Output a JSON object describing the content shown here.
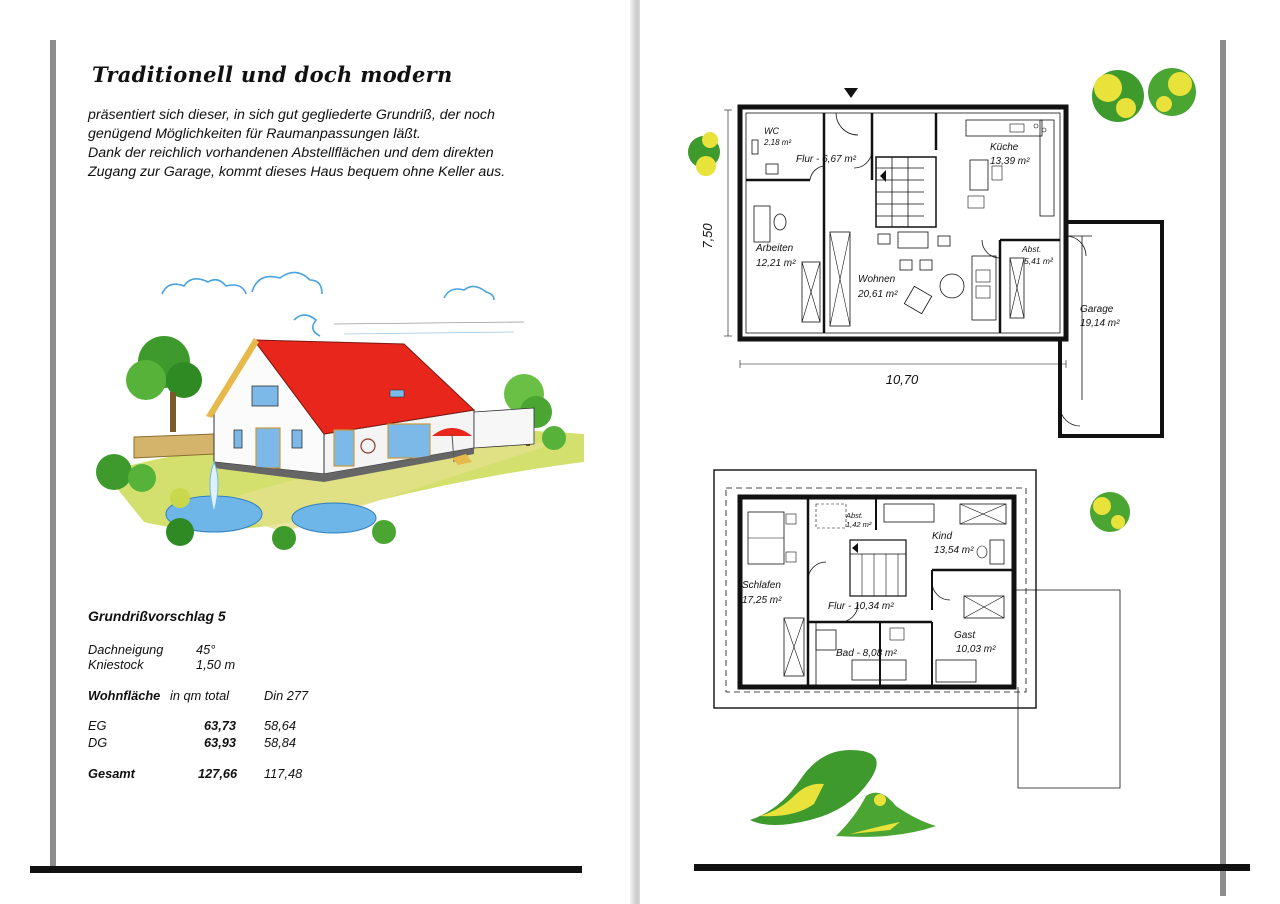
{
  "left_page": {
    "title": "Traditionell und doch modern",
    "intro_lines": [
      "präsentiert sich dieser, in sich gut gegliederte Grundriß, der noch",
      "genügend Möglichkeiten für Raumanpassungen läßt.",
      "Dank der reichlich vorhandenen Abstellflächen und dem direkten",
      "Zugang zur Garage, kommt dieses Haus bequem ohne Keller aus."
    ],
    "proposal_title": "Grundrißvorschlag 5",
    "roof_pitch_label": "Dachneigung",
    "roof_pitch_value": "45°",
    "knee_wall_label": "Kniestock",
    "knee_wall_value": "1,50 m",
    "living_area_label": "Wohnfläche",
    "col_total_label": "in qm total",
    "col_din_label": "Din 277",
    "rows": [
      {
        "floor": "EG",
        "total": "63,73",
        "din": "58,64"
      },
      {
        "floor": "DG",
        "total": "63,93",
        "din": "58,84"
      }
    ],
    "sum_label": "Gesamt",
    "sum_total": "127,66",
    "sum_din": "117,48"
  },
  "ground_floor": {
    "dim_depth": "7,50",
    "dim_width": "10,70",
    "rooms": {
      "wc": "WC",
      "wc_area": "2,18 m²",
      "flur": "Flur - 6,67 m²",
      "kueche": "Küche",
      "kueche_area": "13,39 m²",
      "arbeiten": "Arbeiten",
      "arbeiten_area": "12,21 m²",
      "wohnen": "Wohnen",
      "wohnen_area": "20,61 m²",
      "abst": "Abst.",
      "abst_area": "5,41 m²",
      "garage": "Garage",
      "garage_area": "19,14 m²"
    }
  },
  "upper_floor": {
    "rooms": {
      "abst": "Abst.",
      "abst_area": "1,42 m²",
      "kind": "Kind",
      "kind_area": "13,54 m²",
      "schlafen": "Schlafen",
      "schlafen_area": "17,25 m²",
      "flur": "Flur - 10,34 m²",
      "gast": "Gast",
      "gast_area": "10,03 m²",
      "bad": "Bad - 8,08 m²"
    }
  },
  "colors": {
    "roof": "#e8261c",
    "foliage": "#3e9a2c",
    "foliage_light": "#e8e23a",
    "water": "#6fb6e8",
    "bar_gray": "#8d8d8d"
  }
}
